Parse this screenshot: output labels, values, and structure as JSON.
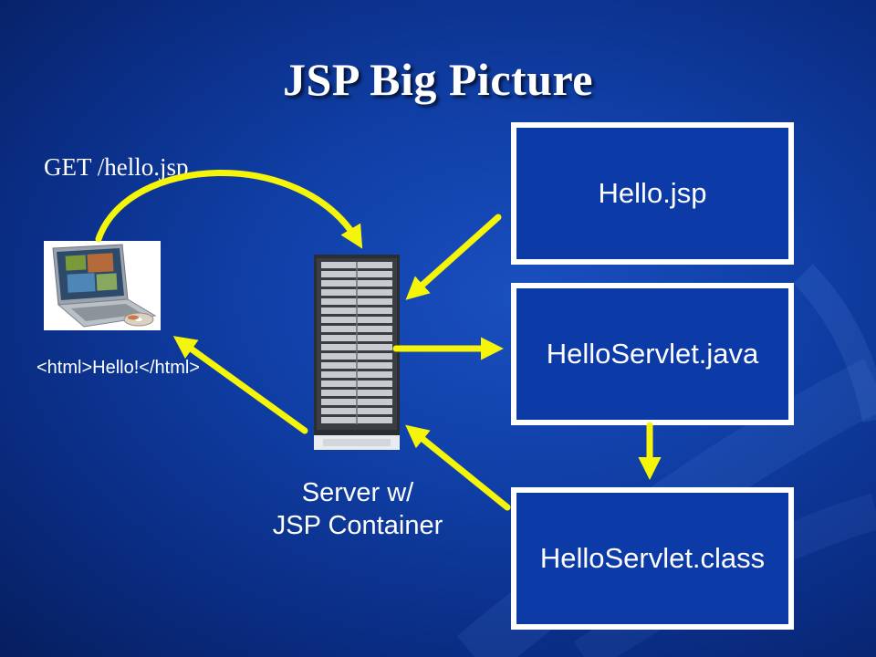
{
  "slide": {
    "title": "JSP Big Picture",
    "request_label": "GET /hello.jsp",
    "response_label": "<html>Hello!</html>",
    "server_label_line1": "Server w/",
    "server_label_line2": "JSP Container"
  },
  "boxes": {
    "jsp": "Hello.jsp",
    "java": "HelloServlet.java",
    "class": "HelloServlet.class"
  },
  "colors": {
    "arrow": "#f5f50a",
    "box_border": "#ffffff",
    "background": "#1040a8"
  },
  "icons": {
    "client": "laptop-icon",
    "server": "server-rack-icon"
  }
}
